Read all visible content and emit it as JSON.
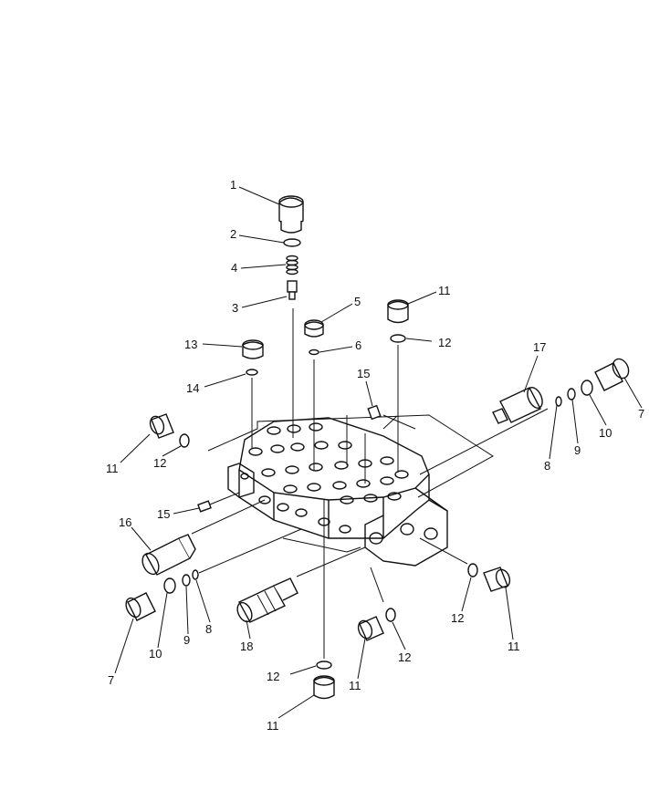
{
  "callouts": {
    "c1": "1",
    "c2": "2",
    "c4": "4",
    "c3": "3",
    "c5": "5",
    "c6": "6",
    "c11a": "11",
    "c12a": "12",
    "c13": "13",
    "c14": "14",
    "c15a": "15",
    "c17": "17",
    "c7a": "7",
    "c10a": "10",
    "c9a": "9",
    "c8a": "8",
    "c11b": "11",
    "c12b": "12",
    "c15b": "15",
    "c16": "16",
    "c7b": "7",
    "c10b": "10",
    "c9b": "9",
    "c8b": "8",
    "c18": "18",
    "c12c": "12",
    "c11c": "11",
    "c12d": "12",
    "c11d": "11",
    "c12e": "12",
    "c11e": "11"
  }
}
